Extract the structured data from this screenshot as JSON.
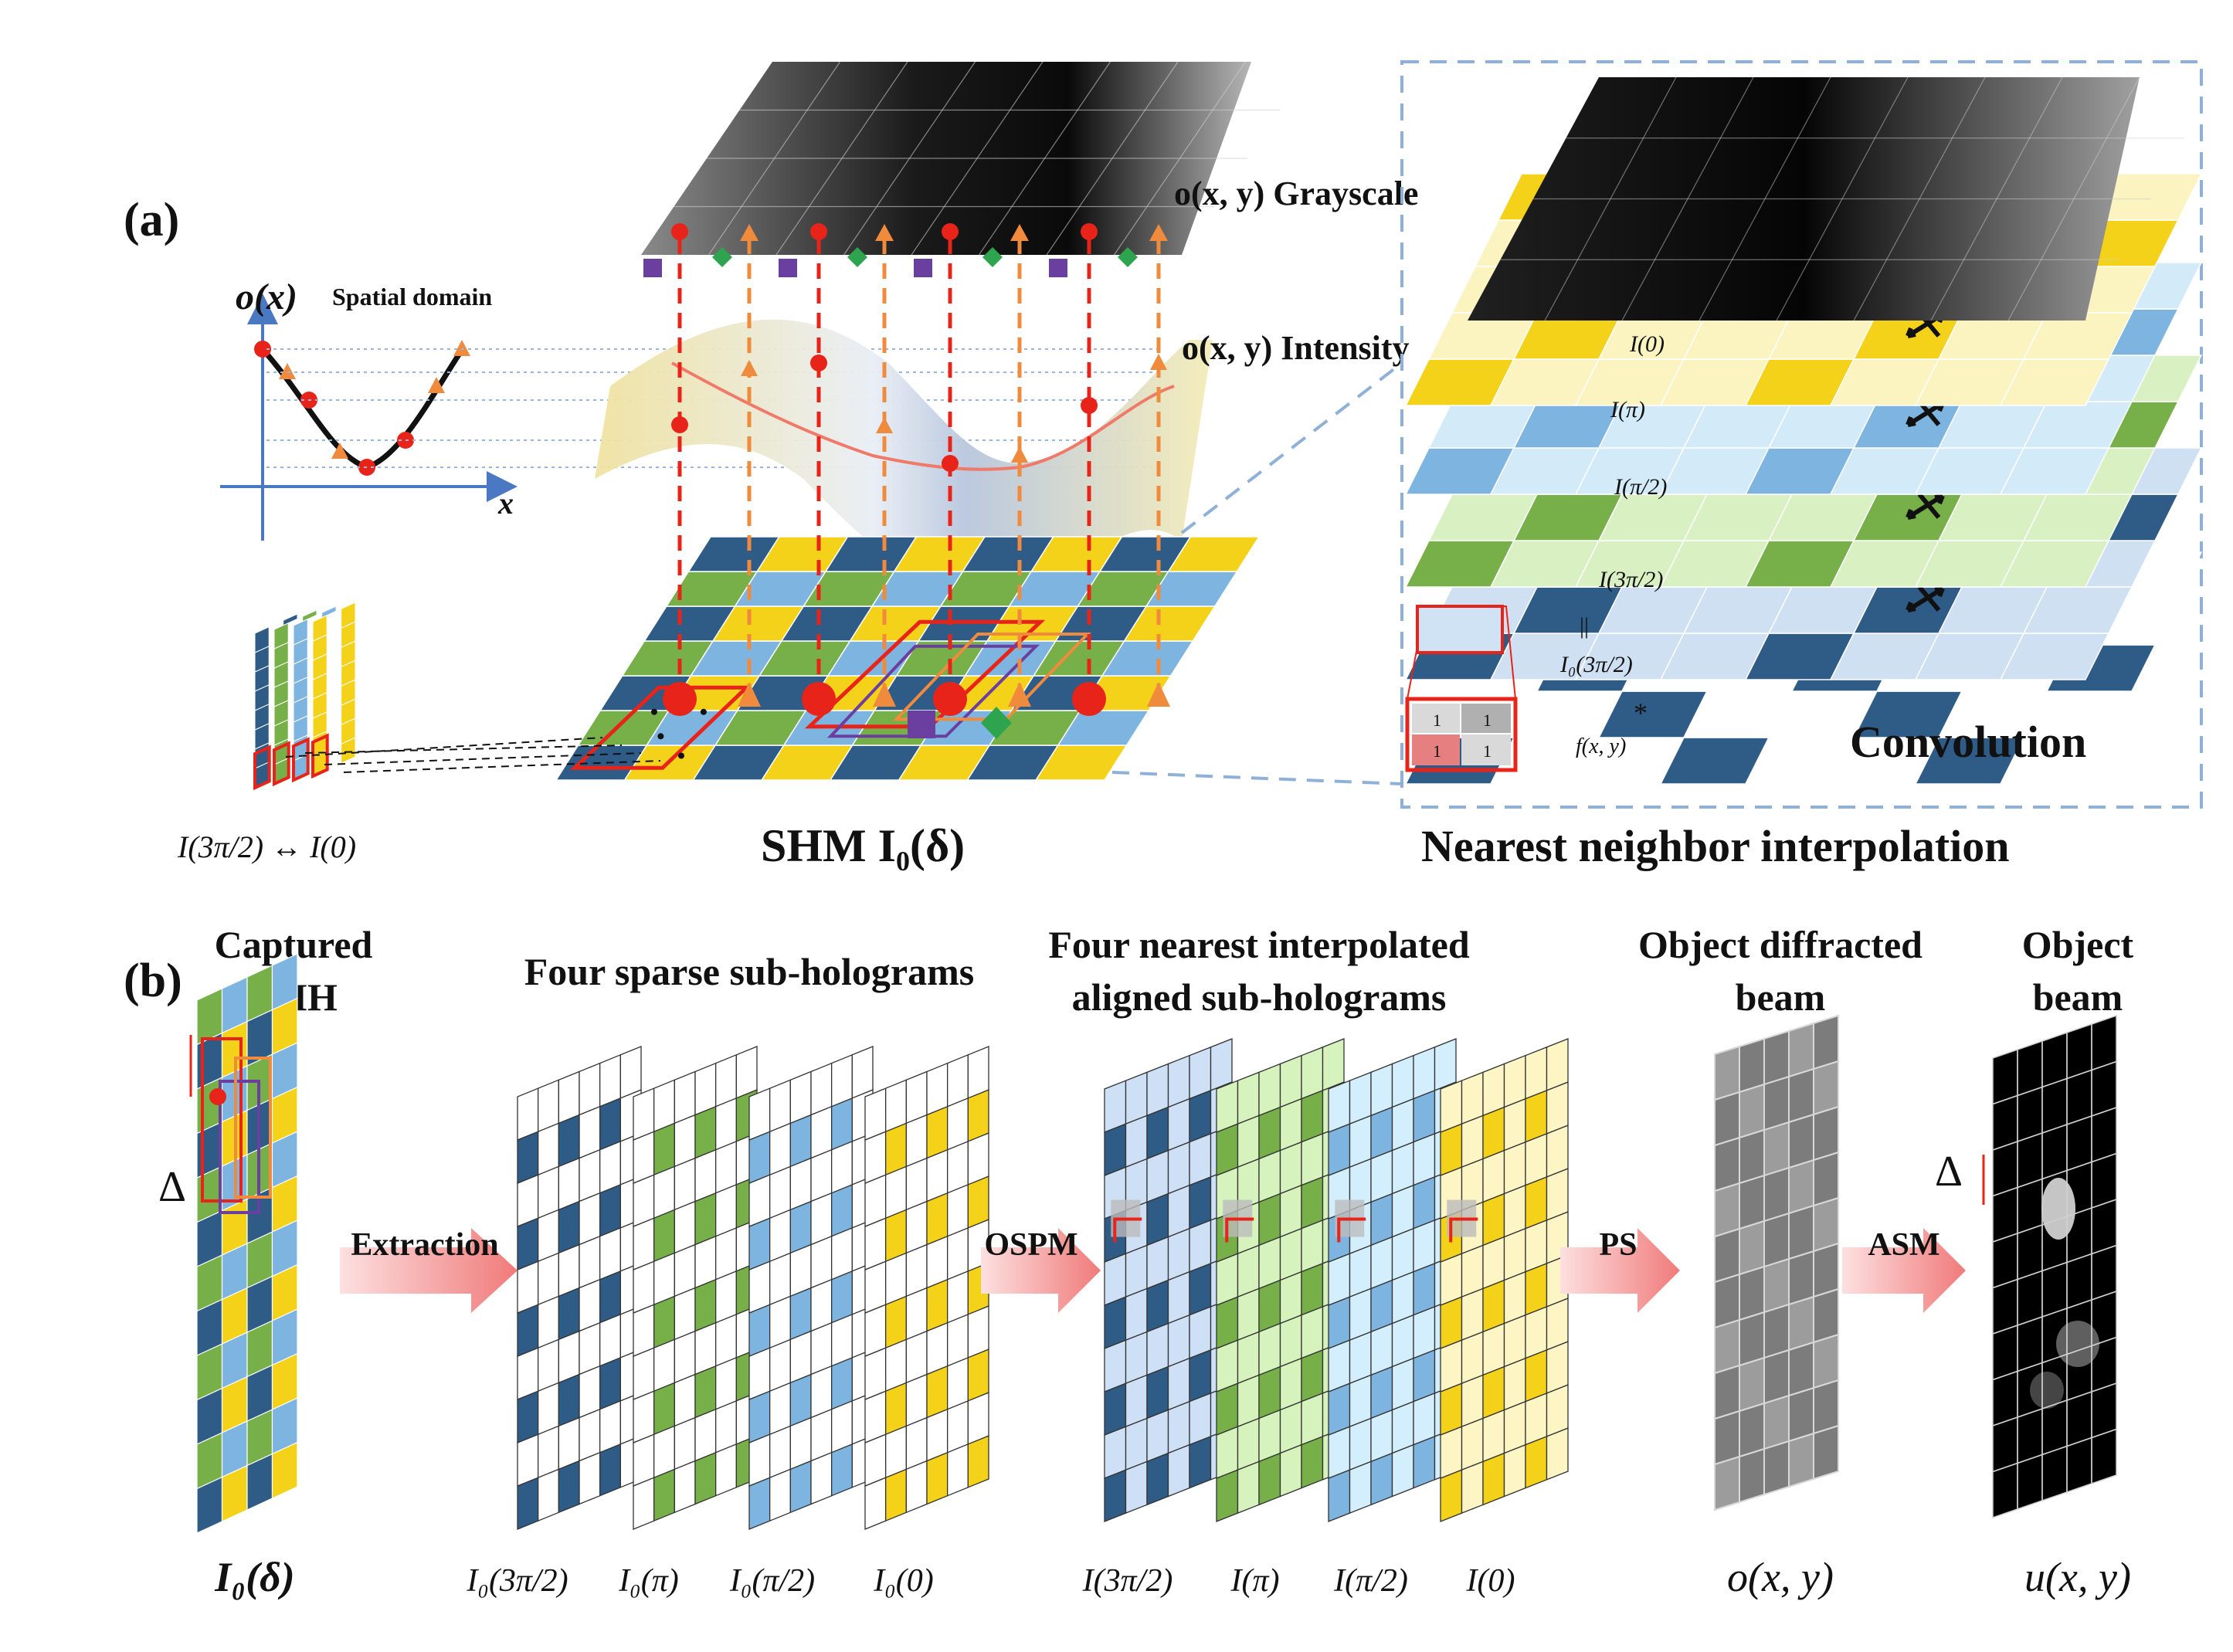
{
  "panel_a": {
    "label": "(a)",
    "plot_ylabel": "o(x)",
    "plot_title": "Spatial domain",
    "plot_xlabel": "x",
    "grayscale_label": "o(x, y) Grayscale",
    "intensity_label": "o(x, y) Intensity",
    "layer_labels": [
      "I(0)",
      "I(π)",
      "I(π/2)",
      "I(3π/2)"
    ],
    "aligned_label": "I₀(3π/2)",
    "equals_sign": "||",
    "conv_star": "*",
    "kernel_label": "f(x, y)",
    "kernel_values": [
      "1",
      "1",
      "1",
      "1"
    ],
    "convolution_label": "Convolution",
    "stack_label": "I(3π/2) ↔ I(0)",
    "shm_title": "SHM I₀(δ)",
    "nn_title": "Nearest neighbor interpolation"
  },
  "panel_b": {
    "label": "(b)",
    "col1_title": [
      "Captured",
      "SMH"
    ],
    "col2_title": [
      "Four sparse sub-holograms"
    ],
    "col3_title": [
      "Four nearest interpolated",
      "aligned sub-holograms"
    ],
    "col4_title": [
      "Object diffracted",
      "beam"
    ],
    "col5_title": [
      "Object",
      "beam"
    ],
    "arrows": [
      "Extraction",
      "OSPM",
      "PS",
      "ASM"
    ],
    "delta": "Δ",
    "bottom_labels": [
      "I₀(δ)",
      "I₀(3π/2)",
      "I₀(π)",
      "I₀(π/2)",
      "I₀(0)",
      "I(3π/2)",
      "I(π)",
      "I(π/2)",
      "I(0)",
      "o(x, y)",
      "u(x, y)"
    ]
  },
  "colors": {
    "navy": "#2f5b87",
    "green": "#77b049",
    "blue": "#7eb5e0",
    "yellow": "#f5d21a",
    "red": "#e8241a",
    "orange": "#f08a3c",
    "purple": "#6b3fa0",
    "diamond_green": "#2fa44f",
    "dash_border": "#8fb0d8"
  }
}
